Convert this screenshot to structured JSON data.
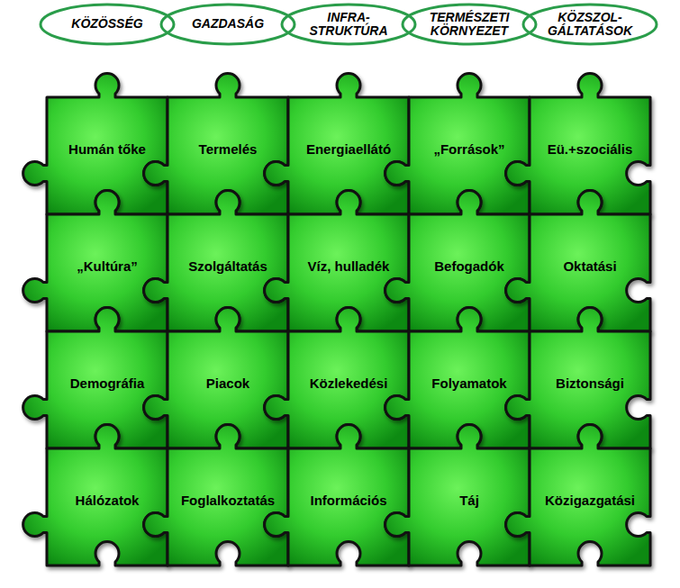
{
  "diagram": {
    "nodes": [
      {
        "text": [
          "KÖZÖSSÉG"
        ]
      },
      {
        "text": [
          "GAZDASÁG"
        ]
      },
      {
        "text": [
          "INFRA- STRUKTÚRA"
        ]
      },
      {
        "text": [
          "TERMÉSZETI KÖRNYEZET"
        ]
      },
      {
        "text": [
          "KÖZSZOL- GÁLTATÁSOK"
        ]
      },
      {
        "text": [
          "Humán tőke"
        ]
      },
      {
        "text": [
          "Termelés"
        ]
      },
      {
        "text": [
          "Energiaellátó"
        ]
      },
      {
        "text": [
          "„Források”"
        ]
      },
      {
        "text": [
          "Eü.+szociális"
        ]
      },
      {
        "text": [
          "„Kultúra”"
        ]
      },
      {
        "text": [
          "Szolgáltatás"
        ]
      },
      {
        "text": [
          "Víz, hulladék"
        ]
      },
      {
        "text": [
          "Befogadók"
        ]
      },
      {
        "text": [
          "Oktatási"
        ]
      },
      {
        "text": [
          "Demográfia"
        ]
      },
      {
        "text": [
          "Piacok"
        ]
      },
      {
        "text": [
          "Közlekedési"
        ]
      },
      {
        "text": [
          "Folyamatok"
        ]
      },
      {
        "text": [
          "Biztonsági"
        ]
      },
      {
        "text": [
          "Hálózatok"
        ]
      },
      {
        "text": [
          "Foglalkoztatás"
        ]
      },
      {
        "text": [
          "Információs"
        ]
      },
      {
        "text": [
          "Táj"
        ]
      },
      {
        "text": [
          "Közigazgatási"
        ]
      }
    ]
  }
}
